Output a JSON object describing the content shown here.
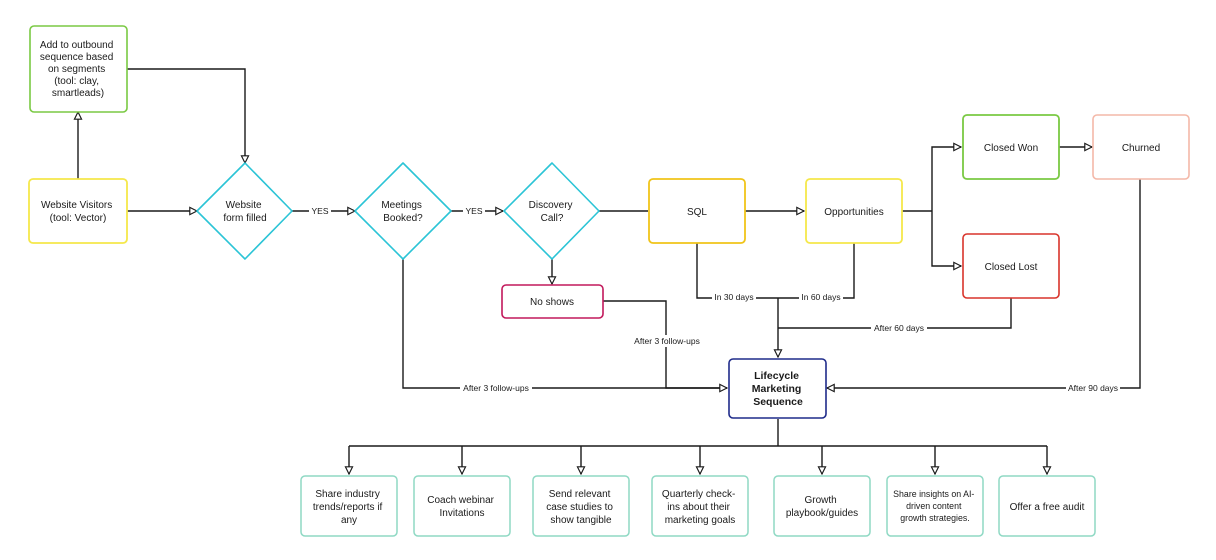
{
  "colors": {
    "green": "#7ac943",
    "yellow": "#f5e84a",
    "cyan": "#2bc4d6",
    "crimson": "#c2185b",
    "red": "#d9342b",
    "peach": "#f4b8a8",
    "navy": "#1f2b8a",
    "mint": "#8fd9c4",
    "line": "#1a1a1a"
  },
  "nodes": {
    "outbound": [
      "Add to outbound",
      "sequence based",
      "on segments",
      "(tool: clay,",
      "smartleads)"
    ],
    "visitors": [
      "Website Visitors",
      "(tool: Vector)"
    ],
    "form": [
      "Website",
      "form filled"
    ],
    "meetings": [
      "Meetings",
      "Booked?"
    ],
    "discovery": [
      "Discovery",
      "Call?"
    ],
    "noshows": [
      "No shows"
    ],
    "sql": [
      "SQL"
    ],
    "opportunities": [
      "Opportunities"
    ],
    "closed_won": [
      "Closed Won"
    ],
    "churned": [
      "Churned"
    ],
    "closed_lost": [
      "Closed Lost"
    ],
    "lifecycle": [
      "Lifecycle",
      "Marketing",
      "Sequence"
    ],
    "action_1": [
      "Share industry",
      "trends/reports if",
      "any"
    ],
    "action_2": [
      "Coach webinar",
      "Invitations"
    ],
    "action_3": [
      "Send relevant",
      "case studies to",
      "show tangible"
    ],
    "action_4": [
      "Quarterly check-",
      "ins about their",
      "marketing goals"
    ],
    "action_5": [
      "Growth",
      "playbook/guides"
    ],
    "action_6": [
      "Share insights on AI-",
      "driven content",
      "growth strategies."
    ],
    "action_7": [
      "Offer a free audit"
    ]
  },
  "edges": {
    "yes_1": "YES",
    "yes_2": "YES",
    "in_30_days": "In 30 days",
    "in_60_days": "In 60 days",
    "after_60_days": "After 60 days",
    "after_3_followups_noshow": "After 3 follow-ups",
    "after_3_followups_meeting": "After 3 follow-ups",
    "after_90_days": "After 90 days"
  }
}
